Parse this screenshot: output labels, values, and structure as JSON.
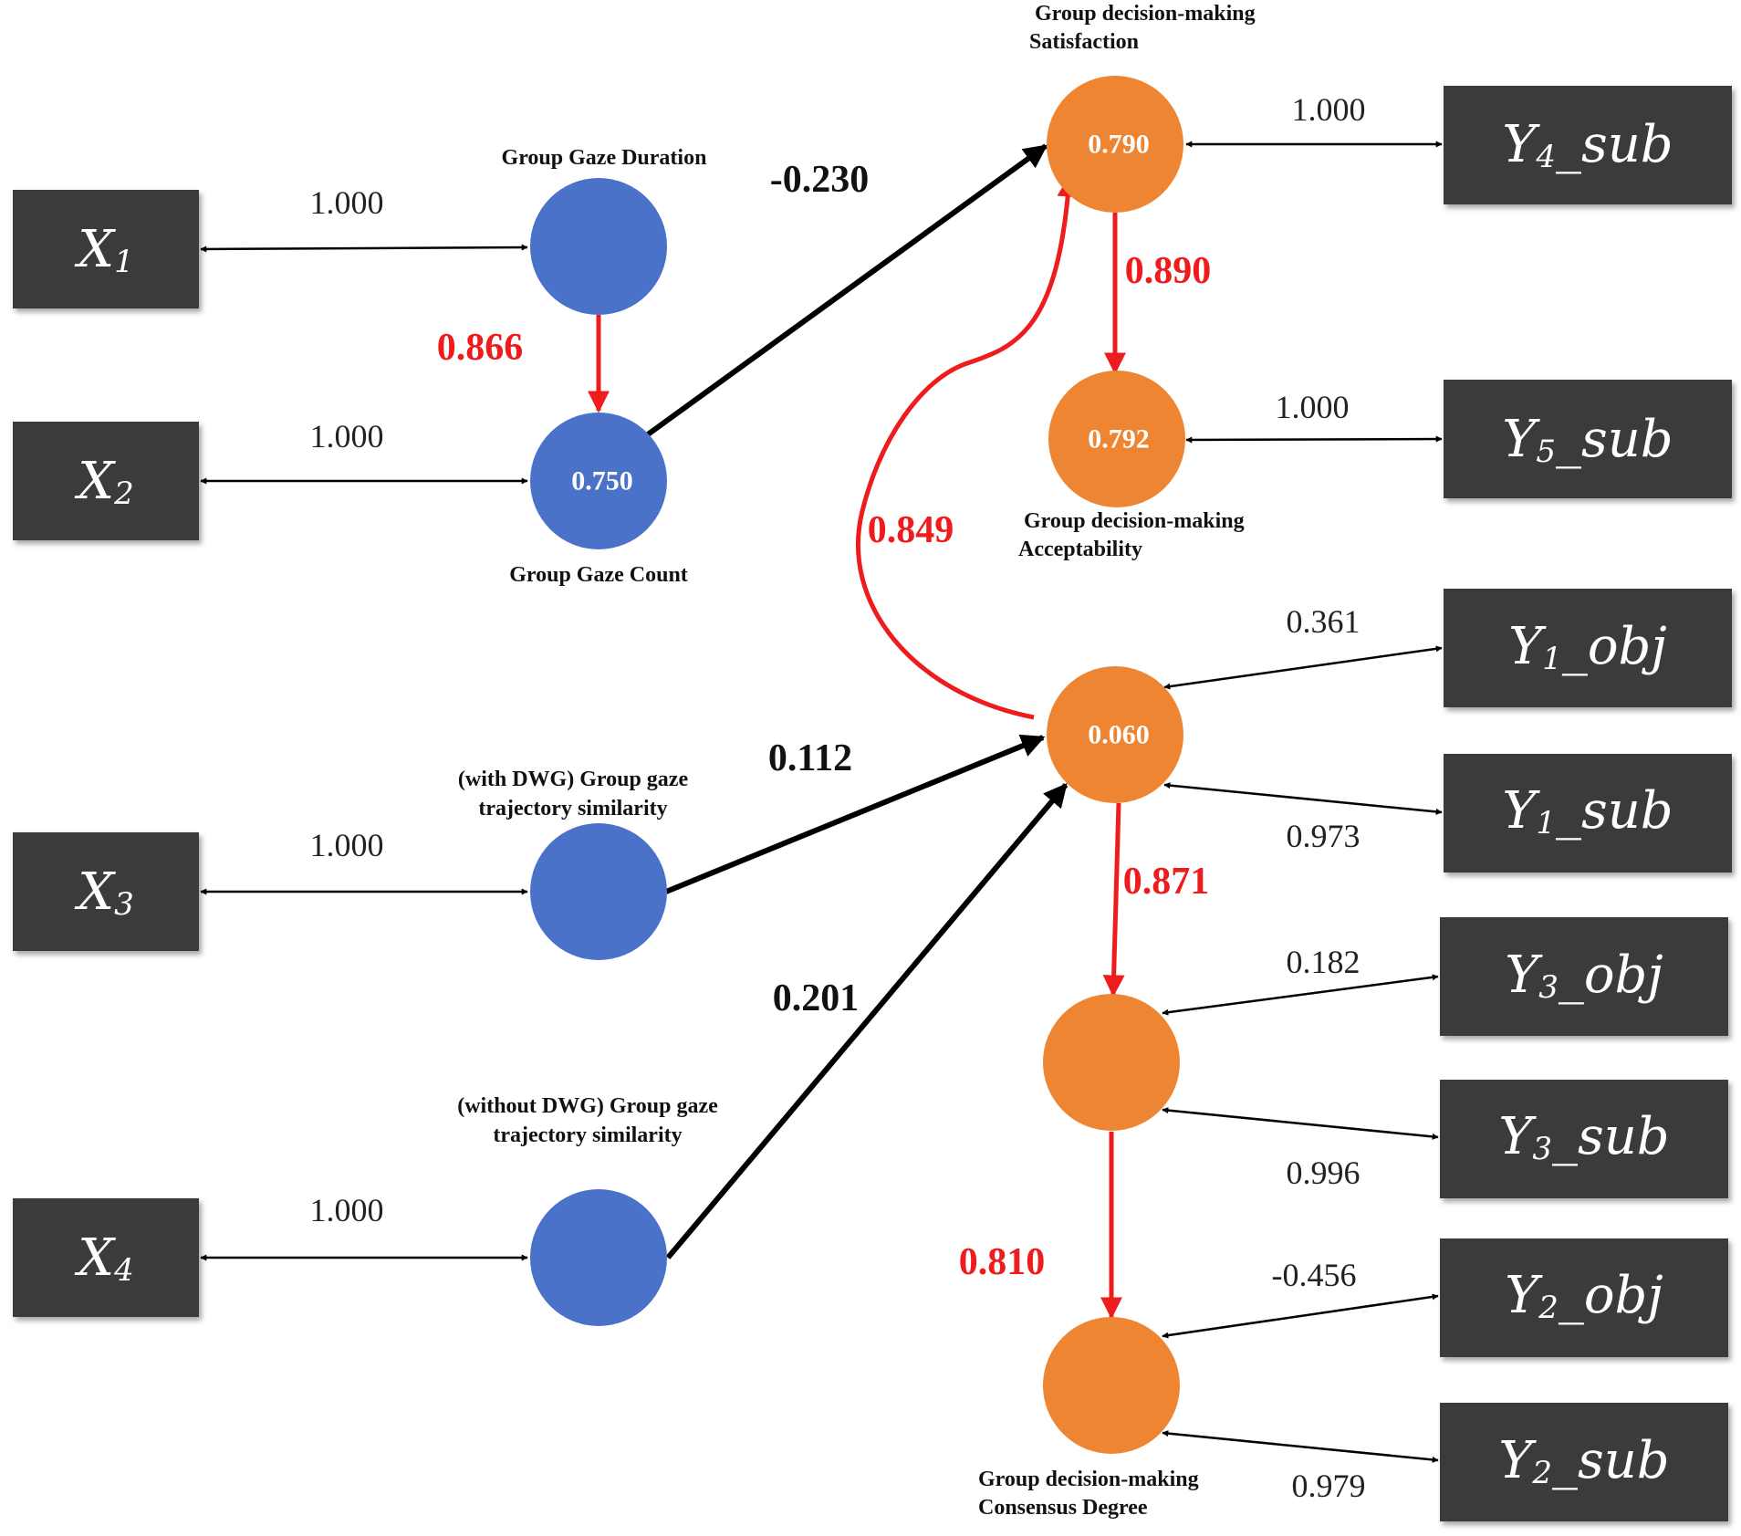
{
  "colors": {
    "box_fill": "#3a3a3a",
    "latent_exogenous": "#4a72c9",
    "latent_endogenous": "#ee8532",
    "structural_arrow": "#000000",
    "mediation_arrow": "#ee1c1c"
  },
  "observed": {
    "x1": {
      "base": "X",
      "sub": "1",
      "suffix": ""
    },
    "x2": {
      "base": "X",
      "sub": "2",
      "suffix": ""
    },
    "x3": {
      "base": "X",
      "sub": "3",
      "suffix": ""
    },
    "x4": {
      "base": "X",
      "sub": "4",
      "suffix": ""
    },
    "y4_sub": {
      "base": "Y",
      "sub": "4",
      "suffix": "_sub"
    },
    "y5_sub": {
      "base": "Y",
      "sub": "5",
      "suffix": "_sub"
    },
    "y1_obj": {
      "base": "Y",
      "sub": "1",
      "suffix": "_obj"
    },
    "y1_sub": {
      "base": "Y",
      "sub": "1",
      "suffix": "_sub"
    },
    "y3_obj": {
      "base": "Y",
      "sub": "3",
      "suffix": "_obj"
    },
    "y3_sub": {
      "base": "Y",
      "sub": "3",
      "suffix": "_sub"
    },
    "y2_obj": {
      "base": "Y",
      "sub": "2",
      "suffix": "_obj"
    },
    "y2_sub": {
      "base": "Y",
      "sub": "2",
      "suffix": "_sub"
    }
  },
  "latent": {
    "gaze_duration": {
      "caption": [
        "Group Gaze Duration"
      ],
      "value": ""
    },
    "gaze_count": {
      "caption": [
        "Group Gaze Count"
      ],
      "value": "0.750"
    },
    "traj_with_dwg": {
      "caption": [
        "(with DWG) Group gaze",
        "trajectory similarity"
      ],
      "value": ""
    },
    "traj_without_dwg": {
      "caption": [
        "(without DWG) Group gaze",
        "trajectory similarity"
      ],
      "value": ""
    },
    "satisfaction": {
      "caption": [
        "Group decision-making",
        "Satisfaction"
      ],
      "value": "0.790"
    },
    "acceptability": {
      "caption": [
        "Group decision-making",
        "Acceptability"
      ],
      "value": "0.792"
    },
    "central": {
      "caption": [],
      "value": "0.060"
    },
    "middle": {
      "caption": [],
      "value": ""
    },
    "consensus": {
      "caption": [
        "Group decision-making",
        "Consensus Degree"
      ],
      "value": ""
    }
  },
  "loadings": {
    "x1": "1.000",
    "x2": "1.000",
    "x3": "1.000",
    "x4": "1.000",
    "y4_sub": "1.000",
    "y5_sub": "1.000",
    "y1_obj": "0.361",
    "y1_sub": "0.973",
    "y3_obj": "0.182",
    "y3_sub": "0.996",
    "y2_obj": "-0.456",
    "y2_sub": "0.979"
  },
  "paths": {
    "duration_to_count": "0.866",
    "count_to_satisfaction": "-0.230",
    "satisfaction_to_acceptability": "0.890",
    "central_to_satisfaction": "0.849",
    "with_dwg_to_central": "0.112",
    "without_dwg_to_central": "0.201",
    "central_to_middle": "0.871",
    "middle_to_consensus": "0.810"
  }
}
